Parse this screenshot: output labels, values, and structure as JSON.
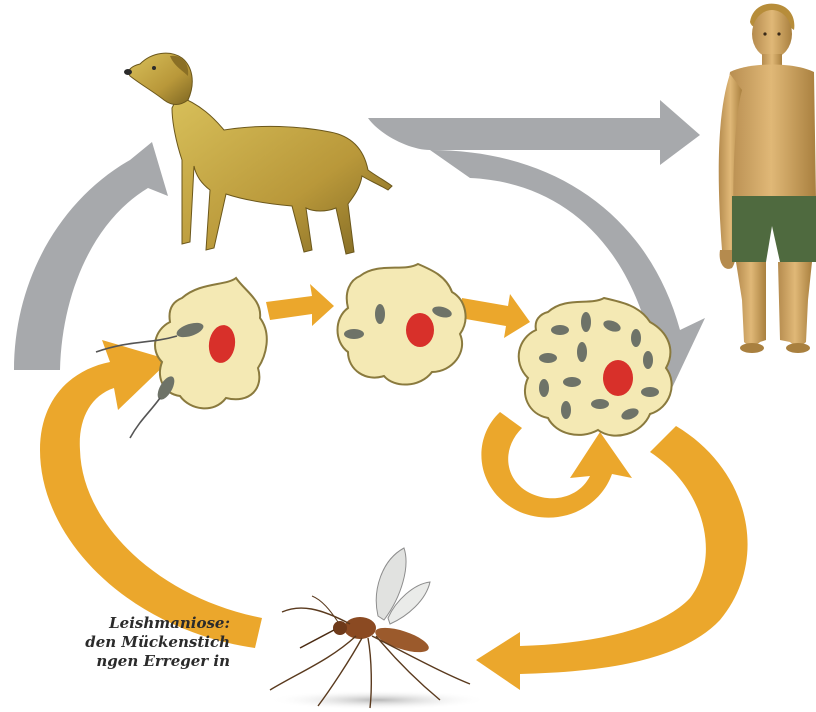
{
  "caption": {
    "line1": "Leishmaniose:",
    "line2": "den Mückenstich",
    "line3": "ngen Erreger in"
  },
  "colors": {
    "gray_arrow": "#a7a9ac",
    "orange_arrow": "#eba72c",
    "cell_fill": "#f4e9b4",
    "cell_stroke": "#8a7a3e",
    "nucleus": "#d8302a",
    "parasite": "#6e7368",
    "background": "#ffffff"
  },
  "icons": {
    "dog": "dog-icon",
    "human": "human-icon",
    "mosquito": "mosquito-icon"
  }
}
